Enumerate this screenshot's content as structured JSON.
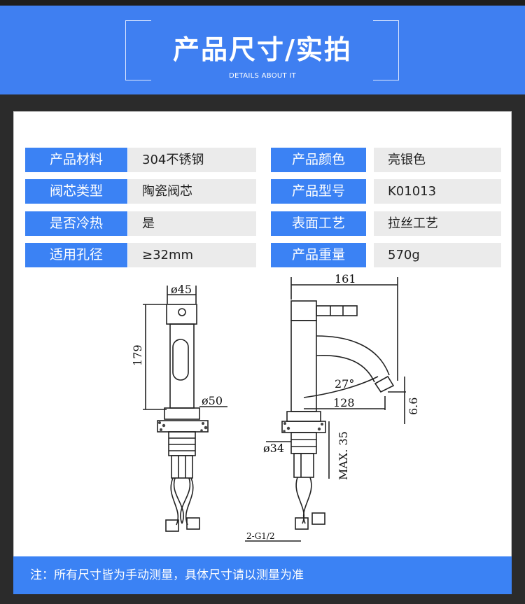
{
  "header": {
    "title": "产品尺寸/实拍",
    "subtitle": "DETAILS ABOUT IT"
  },
  "specs": [
    {
      "label": "产品材料",
      "value": "304不锈钢"
    },
    {
      "label": "产品颜色",
      "value": "亮银色"
    },
    {
      "label": "阀芯类型",
      "value": "陶瓷阀芯"
    },
    {
      "label": "产品型号",
      "value": "K01013"
    },
    {
      "label": "是否冷热",
      "value": "是"
    },
    {
      "label": "表面工艺",
      "value": "拉丝工艺"
    },
    {
      "label": "适用孔径",
      "value": "≥32mm"
    },
    {
      "label": "产品重量",
      "value": "570g"
    }
  ],
  "drawing": {
    "dims": {
      "d45": "ø45",
      "h179": "179",
      "d50": "ø50",
      "w161": "161",
      "angle": "27°",
      "w128": "128",
      "h66": "6.6",
      "d34": "ø34",
      "max35": "MAX. 35",
      "thread": "2-G1/2"
    }
  },
  "note": "注：所有尺寸皆为手动测量，具体尺寸请以测量为准",
  "colors": {
    "accent": "#3b82f4",
    "header": "#3f7ff1",
    "value_bg": "#ebebeb",
    "page_bg": "#2b2b2b"
  }
}
